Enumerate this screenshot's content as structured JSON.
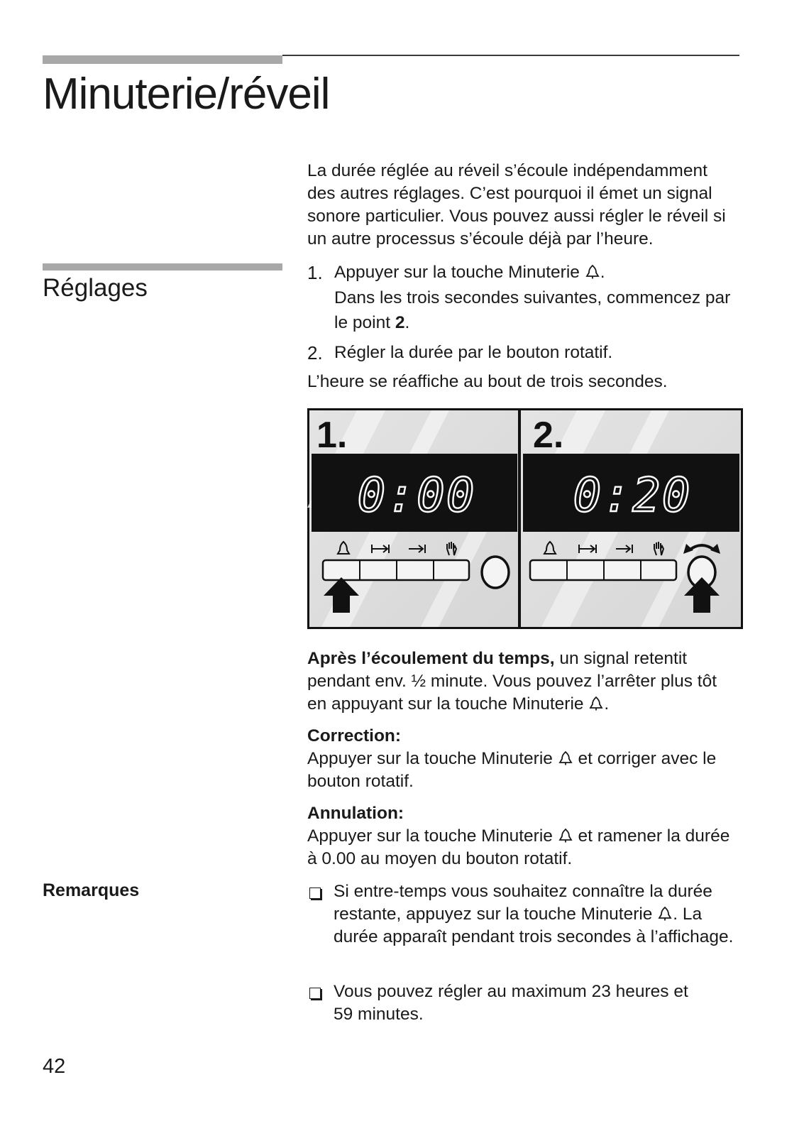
{
  "page": {
    "title": "Minuterie/réveil",
    "section": "Réglages",
    "side_label": "Remarques",
    "page_number": "42"
  },
  "intro": "La durée réglée au réveil s’écoule indépendamment des autres réglages. C’est pourquoi il émet un signal sonore particulier. Vous pouvez aussi régler le réveil si un autre processus s’écoule déjà par l’heure.",
  "steps": [
    {
      "num": "1.",
      "text_a": "Appuyer sur la touche Minuterie ",
      "text_b": ".",
      "line2_a": "Dans les trois secondes suivantes, commencez par le point ",
      "line2_bold": "2",
      "line2_b": "."
    },
    {
      "num": "2.",
      "text": "Régler la durée par le bouton rotatif."
    }
  ],
  "after_steps": "L’heure se réaffiche au bout de trois secondes.",
  "figure": {
    "panels": [
      {
        "label": "1.",
        "display": "0:00"
      },
      {
        "label": "2.",
        "display": "0:20"
      }
    ]
  },
  "apres": {
    "bold": "Après l’écoulement du temps,",
    "text_a": " un signal retentit pendant env. ½ minute. Vous pouvez l’arrêter plus tôt en appuyant sur la touche Minuterie ",
    "text_b": "."
  },
  "correction": {
    "heading": "Correction:",
    "text_a": "Appuyer sur la touche Minuterie ",
    "text_b": " et corriger avec le bouton rotatif."
  },
  "annulation": {
    "heading": "Annulation:",
    "text_a": "Appuyer sur la touche Minuterie ",
    "text_b": " et ramener la durée à 0.00 au moyen du bouton rotatif."
  },
  "remarques": [
    {
      "text_a": "Si entre-temps vous souhaitez connaître la durée restante, appuyez sur la touche Minuterie ",
      "text_b": ". La durée apparaît pendant trois secondes à l’affichage."
    },
    {
      "text": "Vous pouvez régler au maximum 23 heures et 59 minutes."
    }
  ]
}
